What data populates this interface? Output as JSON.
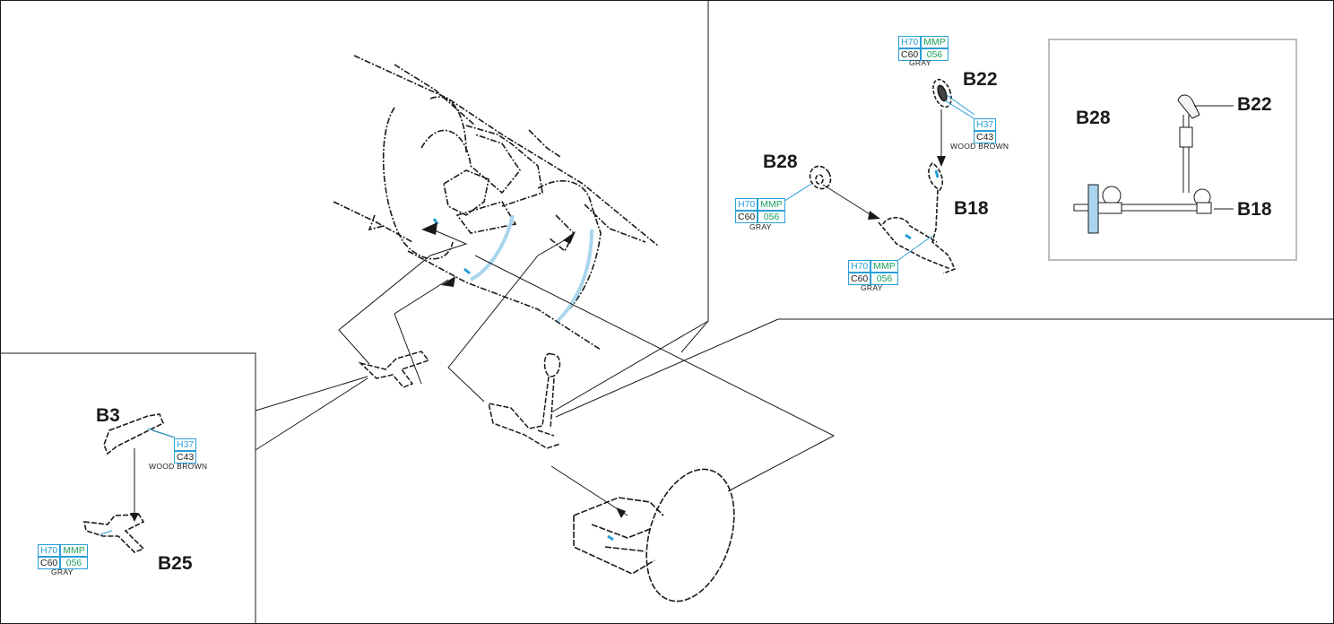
{
  "parts": {
    "b3": "B3",
    "b25": "B25",
    "b28_main": "B28",
    "b22_main": "B22",
    "b18_main": "B18",
    "b28_inset": "B28",
    "b22_inset": "B22",
    "b18_inset": "B18"
  },
  "paint": {
    "gray": {
      "h": "H70",
      "mmp": "MMP",
      "c": "C60",
      "code": "056",
      "name": "GRAY"
    },
    "wood_brown": {
      "h": "H37",
      "c": "C43",
      "name": "WOOD BROWN"
    }
  },
  "colors": {
    "h_code": "#2a9fd8",
    "mmp_code": "#1aa05a",
    "highlight": "#a9d6ee",
    "line": "#1a1a1a"
  }
}
